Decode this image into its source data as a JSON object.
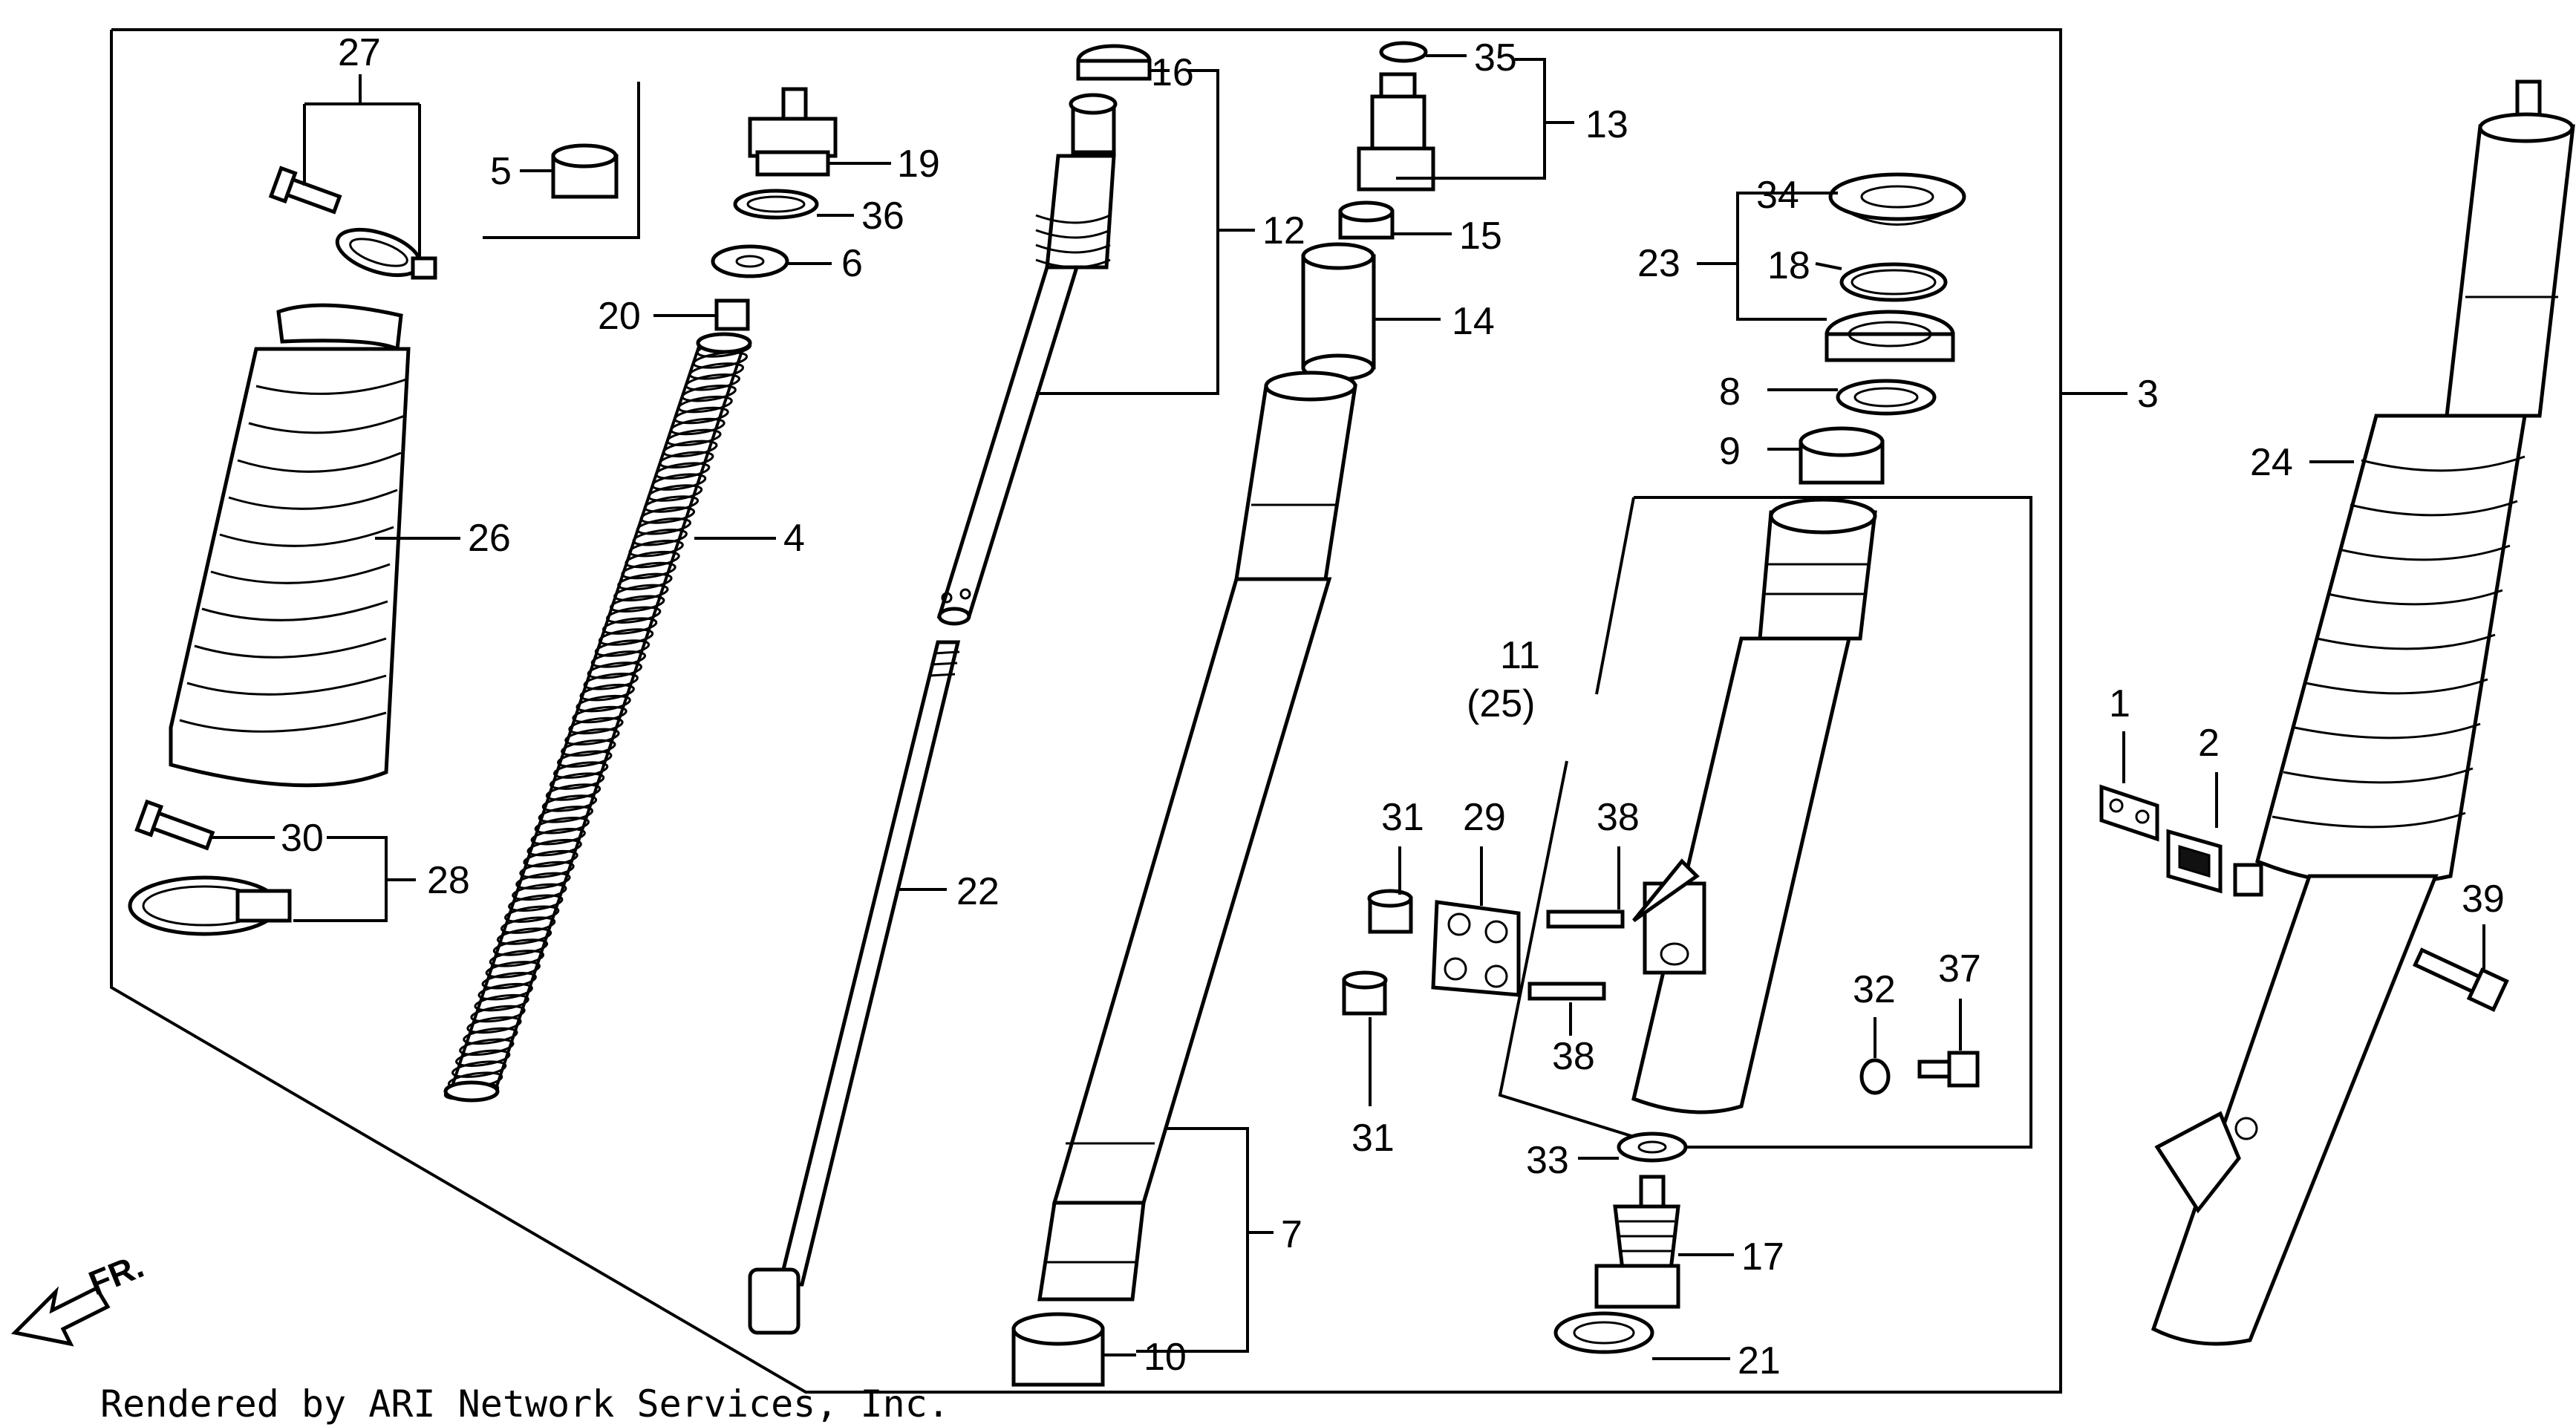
{
  "diagram": {
    "callouts": {
      "c1": "1",
      "c2": "2",
      "c3": "3",
      "c4": "4",
      "c5": "5",
      "c6": "6",
      "c7": "7",
      "c8": "8",
      "c9": "9",
      "c10": "10",
      "c11": "11",
      "c11b": "(25)",
      "c12": "12",
      "c13": "13",
      "c14": "14",
      "c15": "15",
      "c16": "16",
      "c17": "17",
      "c18": "18",
      "c19": "19",
      "c20": "20",
      "c21": "21",
      "c22": "22",
      "c23": "23",
      "c24": "24",
      "c26": "26",
      "c27": "27",
      "c28": "28",
      "c29": "29",
      "c30": "30",
      "c31a": "31",
      "c31b": "31",
      "c32": "32",
      "c33": "33",
      "c34": "34",
      "c35": "35",
      "c36": "36",
      "c37": "37",
      "c38a": "38",
      "c38b": "38",
      "c39": "39"
    },
    "direction_label": "FR.",
    "credit": "Rendered by ARI Network Services, Inc."
  }
}
